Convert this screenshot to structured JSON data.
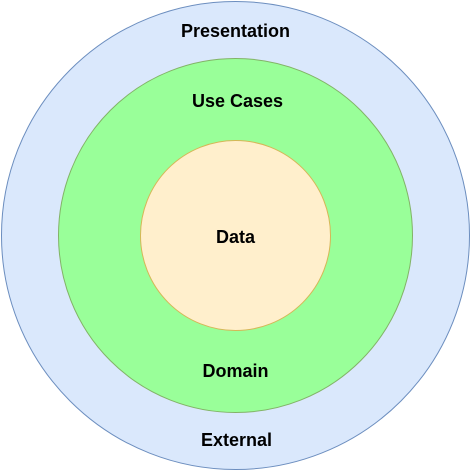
{
  "diagram": {
    "layers": {
      "outer": {
        "fill": "#dae8fc",
        "stroke": "#6c8ebf",
        "top_label": "Presentation",
        "bottom_label": "External"
      },
      "middle": {
        "fill": "#99ff99",
        "stroke": "#82b366",
        "top_label": "Use Cases",
        "bottom_label": "Domain"
      },
      "inner": {
        "fill": "#ffefcc",
        "stroke": "#d6b656",
        "label": "Data"
      }
    }
  }
}
